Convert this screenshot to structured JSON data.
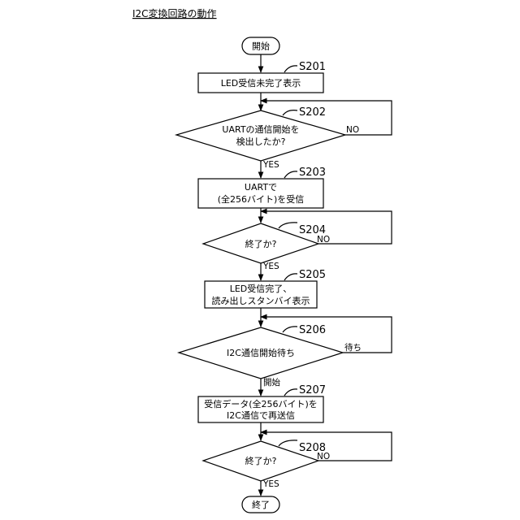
{
  "title": "I2C変換回路の動作",
  "nodes": {
    "start": {
      "lines": [
        "開始"
      ]
    },
    "s201": {
      "step": "S201",
      "lines": [
        "LED受信未完了表示"
      ]
    },
    "s202": {
      "step": "S202",
      "lines": [
        "UARTの通信開始を",
        "検出したか?"
      ]
    },
    "s203": {
      "step": "S203",
      "lines": [
        "UARTで",
        "(全256バイト)を受信"
      ]
    },
    "s204": {
      "step": "S204",
      "lines": [
        "終了か?"
      ]
    },
    "s205": {
      "step": "S205",
      "lines": [
        "LED受信完了、",
        "読み出しスタンバイ表示"
      ]
    },
    "s206": {
      "step": "S206",
      "lines": [
        "I2C通信開始待ち"
      ]
    },
    "s207": {
      "step": "S207",
      "lines": [
        "受信データ(全256バイト)を",
        "I2C通信で再送信"
      ]
    },
    "s208": {
      "step": "S208",
      "lines": [
        "終了か?"
      ]
    },
    "end": {
      "lines": [
        "終了"
      ]
    }
  },
  "branches": {
    "s202_no": "NO",
    "s202_yes": "YES",
    "s204_no": "NO",
    "s204_yes": "YES",
    "s206_wait": "待ち",
    "s206_start": "開始",
    "s208_no": "NO",
    "s208_yes": "YES"
  }
}
